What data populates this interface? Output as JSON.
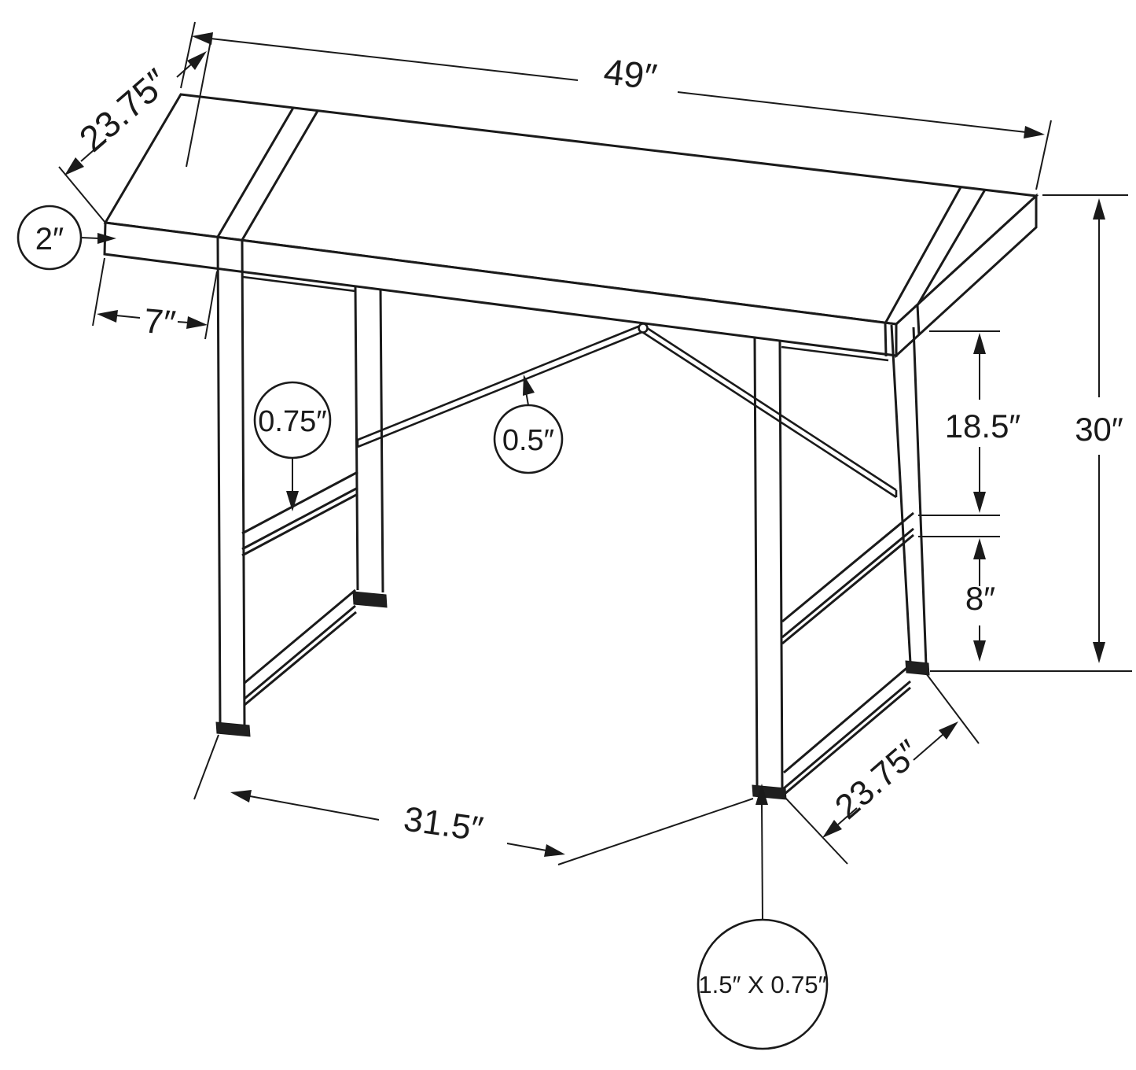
{
  "page": {
    "background": "#ffffff",
    "line_color": "#1a1a1a",
    "description": "Technical line drawing of a desk with dimension annotations"
  },
  "diagram": {
    "name": "desk-dimension-diagram",
    "annotations": {
      "top_length": "49″",
      "top_depth": "23.75″",
      "top_thickness": "2″",
      "side_overhang": "7″",
      "frame_tube": "0.75″",
      "brace_tube": "0.5″",
      "top_to_shelf": "18.5″",
      "shelf_to_floor": "8″",
      "overall_height": "30″",
      "leg_span": "31.5″",
      "leg_depth": "23.75″",
      "leg_cross_section": "1.5″ X 0.75″"
    }
  }
}
